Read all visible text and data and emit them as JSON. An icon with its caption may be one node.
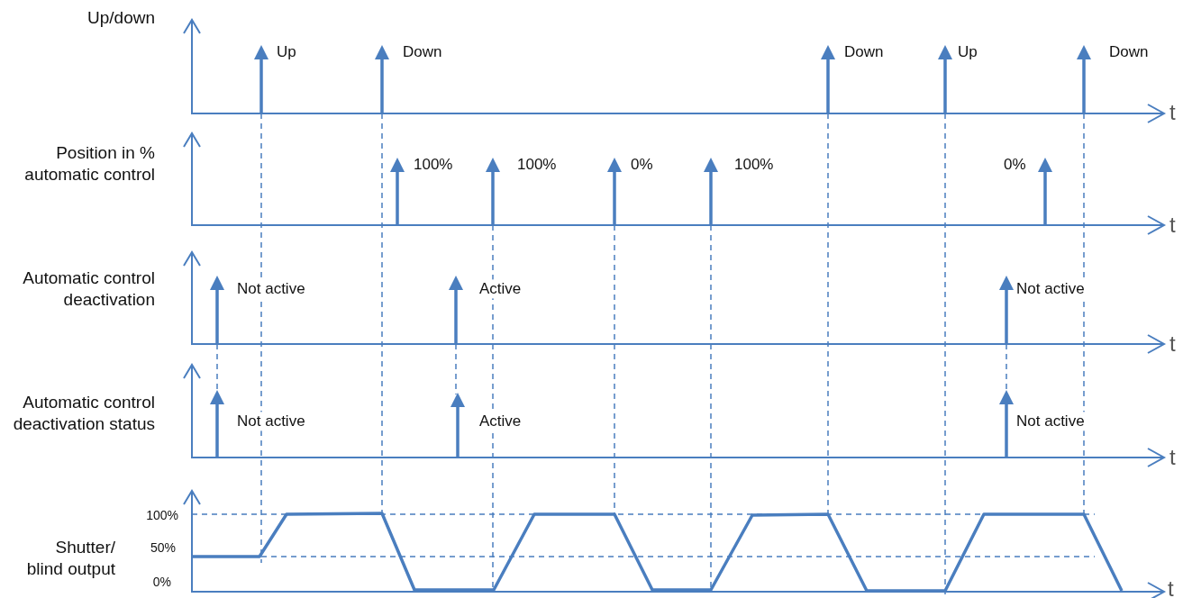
{
  "diagram": {
    "labels": [
      "Up/down",
      "Up",
      "Down",
      "Down",
      "Up",
      "Down",
      "t",
      "Position in % automatic control",
      "100%",
      "100%",
      "0%",
      "100%",
      "0%",
      "t",
      "Automatic control deactivation",
      "Not active",
      "Active",
      "Not active",
      "t",
      "Automatic control deactivation status",
      "Not active",
      "Active",
      "Not active",
      "t",
      "Shutter/ blind output",
      "100%",
      "50%",
      "0%",
      "t"
    ]
  }
}
